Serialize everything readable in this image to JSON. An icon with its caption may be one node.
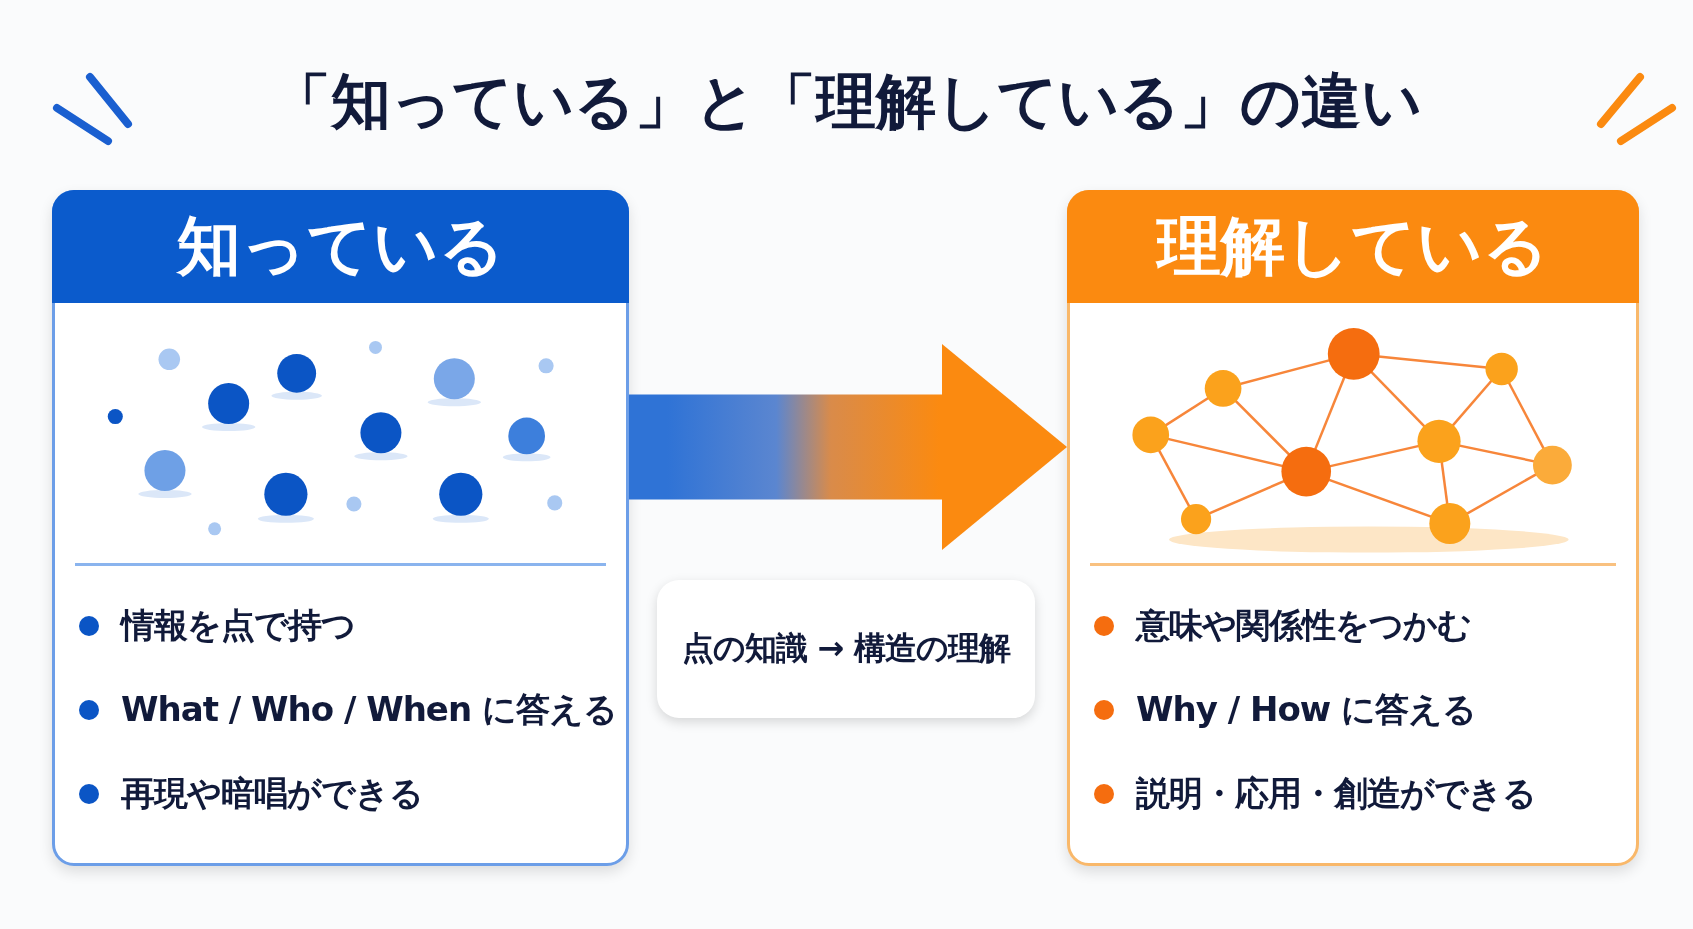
{
  "diagram": {
    "title": "「知っている」と「理解している」の違い",
    "nodes": [
      {
        "text": [
          "知っている",
          "情報を点で持つ",
          "What / Who / When に答える",
          "再現や暗唱ができる"
        ]
      },
      {
        "text": [
          "理解している",
          "意味や関係性をつかむ",
          "Why / How に答える",
          "説明・応用・創造ができる"
        ]
      },
      {
        "text": [
          "点の知識 → 構造の理解"
        ]
      }
    ],
    "edges": [
      {
        "from": 0,
        "to": 1,
        "arrow": "to",
        "style": "thick"
      }
    ]
  }
}
